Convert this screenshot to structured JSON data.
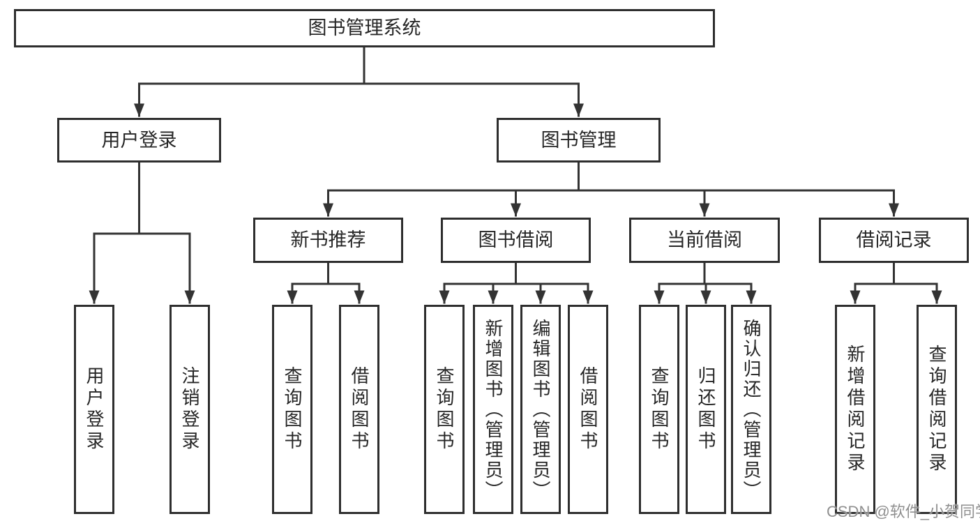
{
  "diagram": {
    "root": {
      "label": "图书管理系统"
    },
    "branches": [
      {
        "label": "用户登录",
        "children": [
          {
            "label": "用户登录"
          },
          {
            "label": "注销登录"
          }
        ]
      },
      {
        "label": "图书管理",
        "children": [
          {
            "label": "新书推荐",
            "children": [
              {
                "label": "查询图书"
              },
              {
                "label": "借阅图书"
              }
            ]
          },
          {
            "label": "图书借阅",
            "children": [
              {
                "label": "查询图书"
              },
              {
                "label": "新增图书（管理员）"
              },
              {
                "label": "编辑图书（管理员）"
              },
              {
                "label": "借阅图书"
              }
            ]
          },
          {
            "label": "当前借阅",
            "children": [
              {
                "label": "查询图书"
              },
              {
                "label": "归还图书"
              },
              {
                "label": "确认归还（管理员）"
              }
            ]
          },
          {
            "label": "借阅记录",
            "children": [
              {
                "label": "新增借阅记录"
              },
              {
                "label": "查询借阅记录"
              }
            ]
          }
        ]
      }
    ],
    "colors": {
      "line": "#333333",
      "box_border": "#2e2e2e",
      "text": "#262626",
      "background": "#ffffff",
      "watermark": "#8f8f8f"
    }
  },
  "watermark": {
    "text": "CSDN @软件_小贺同学"
  }
}
